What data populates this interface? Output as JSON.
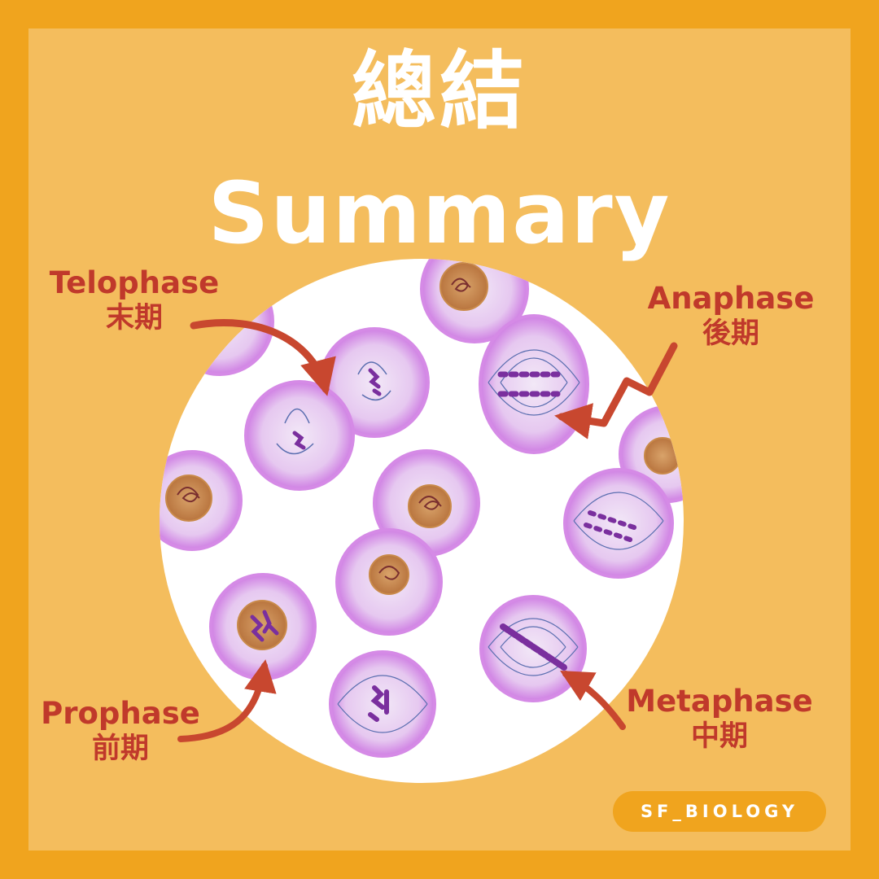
{
  "title": {
    "zh": "總結",
    "en": "Summary"
  },
  "labels": {
    "telophase": {
      "en": "Telophase",
      "zh": "末期"
    },
    "anaphase": {
      "en": "Anaphase",
      "zh": "後期"
    },
    "prophase": {
      "en": "Prophase",
      "zh": "前期"
    },
    "metaphase": {
      "en": "Metaphase",
      "zh": "中期"
    }
  },
  "badge": "SF_BIOLOGY",
  "colors": {
    "outer_border": "#f0a41e",
    "card": "#f4bd5d",
    "title": "#ffffff",
    "label": "#c0392b",
    "arrow": "#c8472f",
    "cell_membrane": "#d58ae6",
    "nucleus": "#c98a4a",
    "chromosome": "#7a2f9e",
    "spindle": "#5b6fb0"
  }
}
